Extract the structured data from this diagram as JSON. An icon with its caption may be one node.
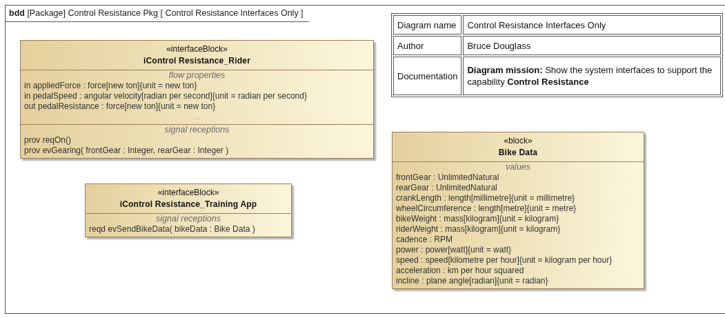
{
  "diagram": {
    "nodes": [
      {
        "text": [
          "**bdd** [Package] Control Resistance Pkg [ Control Resistance Interfaces Only ]"
        ]
      },
      {
        "text": [
          "«interfaceBlock»",
          "iControl Resistance_Rider"
        ],
        "in": 0
      },
      {
        "text": [
          "flow properties",
          "in appliedForce : force[new ton]{unit = new ton}",
          "in pedalSpeed : angular velocity[radian per second]{unit = radian per second}",
          "out pedalResistance : force[new ton]{unit = new ton}",
          "..."
        ],
        "in": 1
      },
      {
        "text": [
          "signal receptions",
          "prov reqOn()",
          "prov evGearing( frontGear : Integer, rearGear : Integer )"
        ],
        "in": 1
      },
      {
        "text": [
          "«interfaceBlock»",
          "iControl Resistance_Training App"
        ],
        "in": 0
      },
      {
        "text": [
          "signal receptions",
          "reqd evSendBikeData( bikeData : Bike Data )"
        ],
        "in": 4
      },
      {
        "text": [
          "«block»",
          "Bike Data"
        ],
        "in": 0
      },
      {
        "text": [
          "values",
          "frontGear : UnlimitedNatural",
          "rearGear : UnlimitedNatural",
          "crankLength : length[millimetre]{unit = millimetre}",
          "wheelCircumference : length[metre]{unit = metre}",
          "bikeWeight : mass[kilogram]{unit = kilogram}",
          "riderWeight : mass[kilogram]{unit = kilogram}",
          "cadence : RPM",
          "power : power[watt]{unit = watt}",
          "speed : speed[kilometre per hour]{unit = kilogram per hour}",
          "acceleration : km per hour squared",
          "incline : plane angle[radian]{unit = radian}"
        ],
        "in": 6
      }
    ],
    "labels": [
      "Diagram name",
      "Control Resistance Interfaces Only",
      "Author",
      "Bruce Douglass",
      "Documentation",
      "**Diagram mission:** Show the system interfaces to support the capability **Control Resistance**"
    ]
  }
}
